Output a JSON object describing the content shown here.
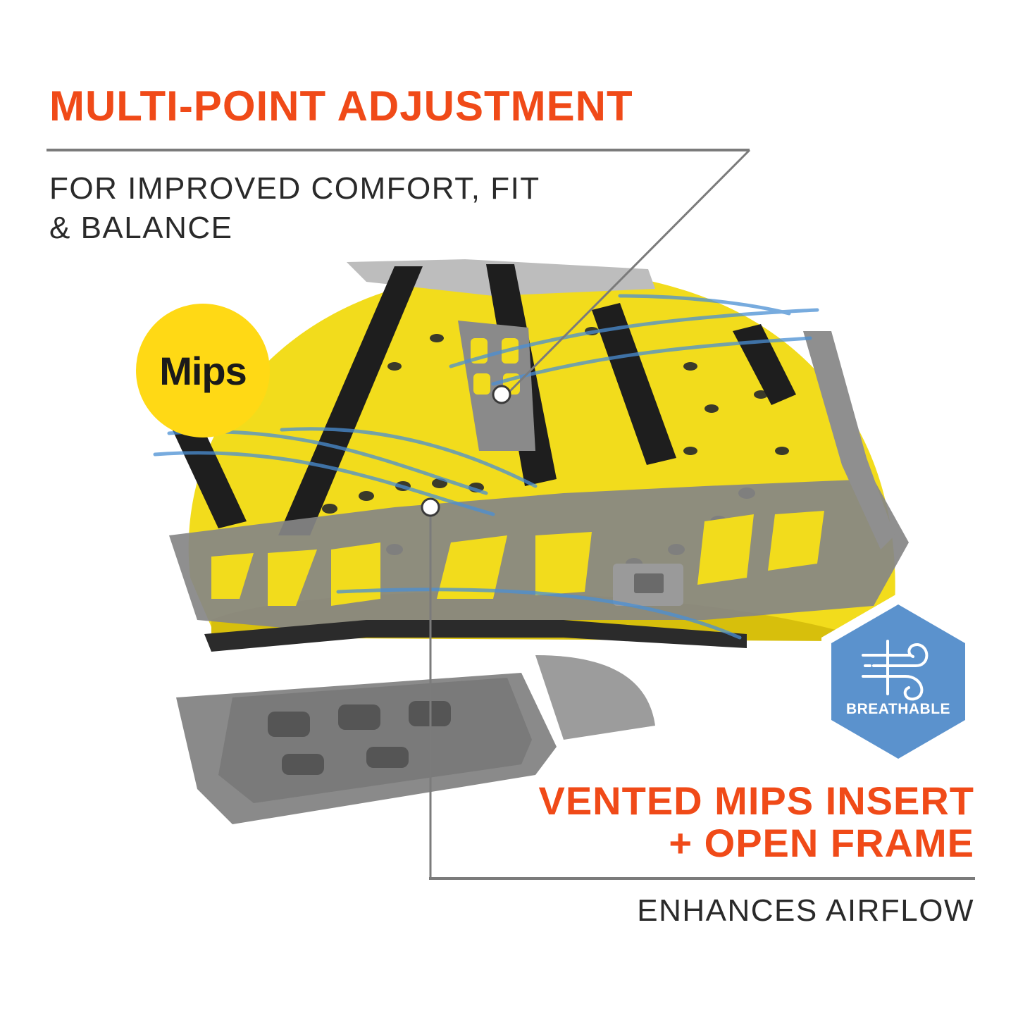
{
  "callout_top": {
    "title": "MULTI-POINT ADJUSTMENT",
    "subtitle_line1": "FOR IMPROVED COMFORT, FIT",
    "subtitle_line2": "& BALANCE"
  },
  "callout_bottom": {
    "title_line1": "VENTED MIPS INSERT",
    "title_line2": "+ OPEN FRAME",
    "subtitle": "ENHANCES AIRFLOW"
  },
  "mips_badge": {
    "label": "Mips"
  },
  "breathable_badge": {
    "label": "BREATHABLE",
    "icon": "airflow-icon"
  },
  "product": {
    "icon": "helmet-suspension-image"
  },
  "colors": {
    "accent": "#f04a18",
    "text": "#2a2a2a",
    "rule": "#7b7b7b",
    "helmet_yellow": "#f2dc1c",
    "frame_gray": "#7d7d7d",
    "badge_blue": "#5b92cd",
    "mips_yellow": "#ffd915"
  }
}
